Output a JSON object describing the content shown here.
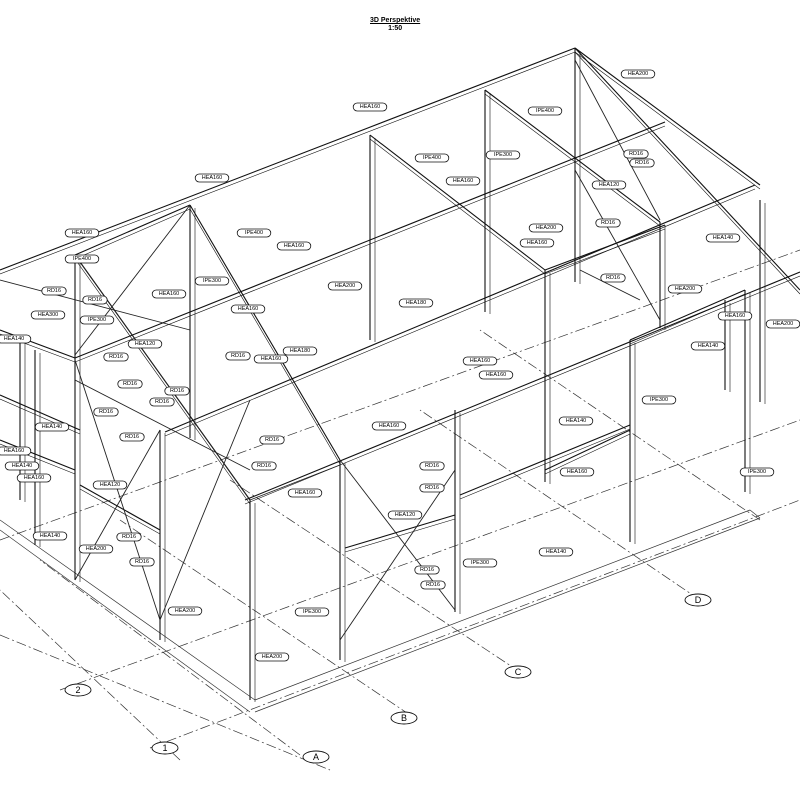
{
  "title": {
    "name": "3D Perspektive",
    "scale": "1:50"
  },
  "member_labels": [
    "HEA200",
    "HEA160",
    "IPE400",
    "HEA160",
    "IPE400",
    "IPE300",
    "HEA160",
    "RD16",
    "RD16",
    "HEA120",
    "HEA160",
    "IPE400",
    "HEA160",
    "HEA200",
    "HEA160",
    "HEA140",
    "RD16",
    "IPE400",
    "RD16",
    "RD16",
    "HEA160",
    "IPE300",
    "HEA160",
    "HEA200",
    "RD16",
    "HEA200",
    "HEA300",
    "IPE300",
    "HEA180",
    "HEA140",
    "HEA120",
    "RD16",
    "HEA160",
    "HEA180",
    "RD16",
    "HEA140",
    "HEA160",
    "HEA200",
    "RD16",
    "RD16",
    "RD16",
    "HEA160",
    "HEA160",
    "RD16",
    "RD16",
    "HEA140",
    "HEA160",
    "RD16",
    "HEA140",
    "IPE300",
    "HEA160",
    "HEA140",
    "HEA160",
    "RD16",
    "RD16",
    "HEA120",
    "RD16",
    "HEA160",
    "IPE300",
    "HEA160",
    "HEA140",
    "RD16",
    "HEA200",
    "RD16",
    "HEA120",
    "RD16",
    "RD16",
    "IPE300",
    "HEA140",
    "HEA200",
    "IPE300",
    "HEA200"
  ],
  "grid_axes": [
    "1",
    "2",
    "A",
    "B",
    "C",
    "D"
  ]
}
